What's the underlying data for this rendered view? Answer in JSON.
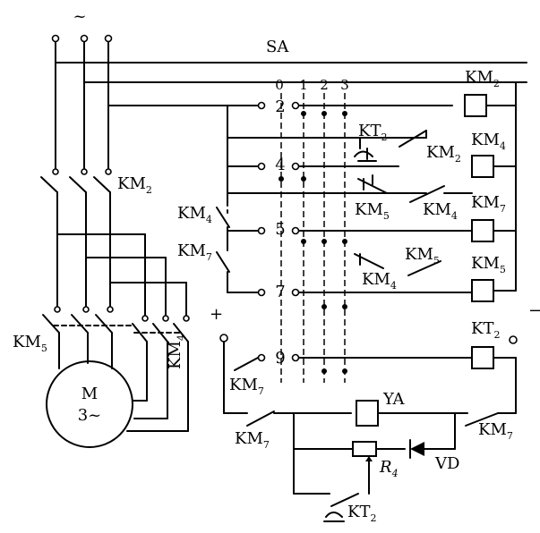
{
  "power_symbol": "~",
  "switch_label": "SA",
  "positions": [
    "0",
    "1",
    "2",
    "3"
  ],
  "contact_rows": [
    "2",
    "4",
    "5",
    "7",
    "9"
  ],
  "contactors": {
    "km2": {
      "main": "KM",
      "sub": "2"
    },
    "km4": {
      "main": "KM",
      "sub": "4"
    },
    "km5": {
      "main": "KM",
      "sub": "5"
    },
    "km7": {
      "main": "KM",
      "sub": "7"
    },
    "kt2": {
      "main": "KT",
      "sub": "2"
    }
  },
  "motor": {
    "name": "M",
    "phase": "3~"
  },
  "plus": "+",
  "minus": "−",
  "ya": "YA",
  "vd": "VD",
  "r4": {
    "main": "R",
    "sub": "4"
  }
}
